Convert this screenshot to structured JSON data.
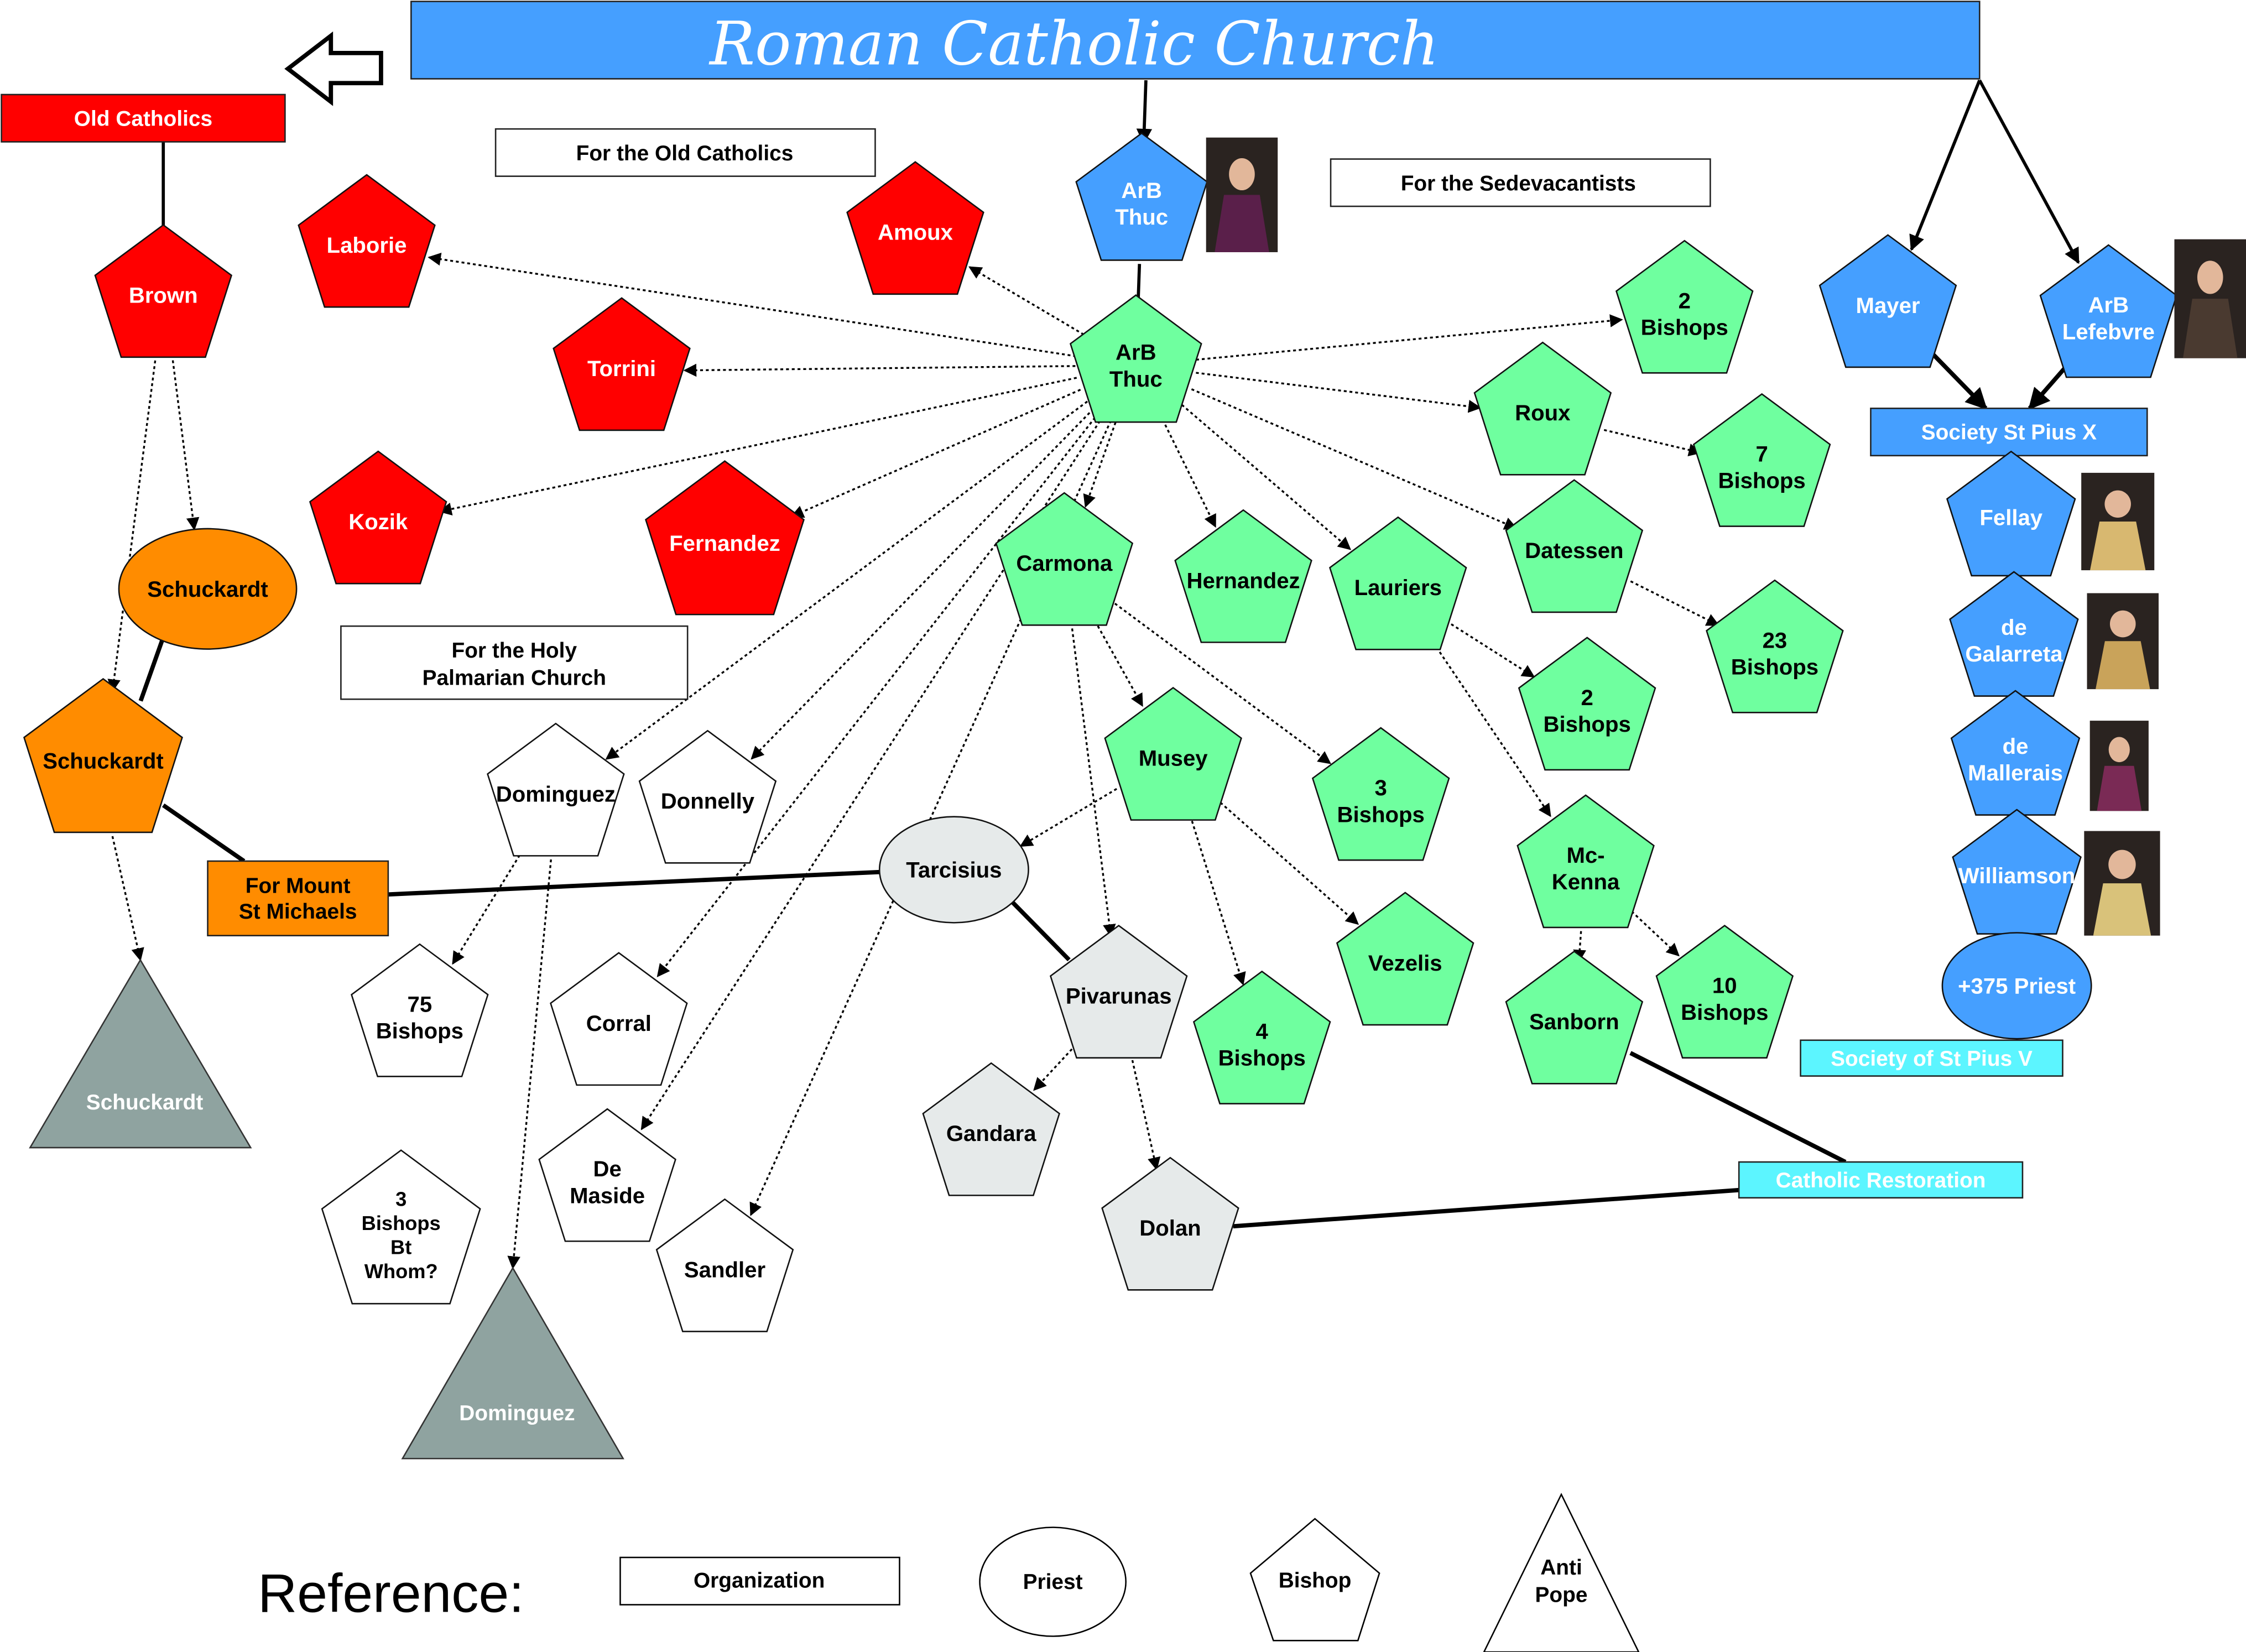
{
  "title": "Roman Catholic Church",
  "colors": {
    "title_bar": "#459FFF",
    "old_catholic": "#FF0000",
    "schuckardt": "#FF8C00",
    "thuc_line": "#6FFF9F",
    "sspx": "#459FFF",
    "cmri": "#E6EAEA",
    "palmarian": "#FFFFFF",
    "antipope": "#8FA3A0",
    "society_pius_v": "#5CF5FF"
  },
  "labels": {
    "for_old_catholics": "For the Old Catholics",
    "for_sedevacantists": "For the Sedevacantists",
    "for_palmarian": [
      "For the Holy",
      "Palmarian Church"
    ]
  },
  "organizations": [
    {
      "id": "old-catholics",
      "label": [
        "Old Catholics"
      ],
      "color": "old_catholic"
    },
    {
      "id": "mount-st-michaels",
      "label": [
        "For Mount",
        "St Michaels"
      ],
      "color": "schuckardt"
    },
    {
      "id": "society-st-pius-x",
      "label": [
        "Society St Pius X"
      ],
      "color": "sspx"
    },
    {
      "id": "society-of-st-pius-v",
      "label": [
        "Society of St Pius V"
      ],
      "color": "society_pius_v"
    },
    {
      "id": "catholic-restoration",
      "label": [
        "Catholic Restoration"
      ],
      "color": "society_pius_v"
    }
  ],
  "bishops": [
    {
      "id": "thuc-top",
      "label": [
        "ArB",
        "Thuc"
      ],
      "color": "sspx",
      "photo": true
    },
    {
      "id": "thuc",
      "label": [
        "ArB",
        "Thuc"
      ],
      "color": "thuc_line"
    },
    {
      "id": "mayer",
      "label": [
        "Mayer"
      ],
      "color": "sspx"
    },
    {
      "id": "lefebvre",
      "label": [
        "ArB",
        "Lefebvre"
      ],
      "color": "sspx",
      "photo": true
    },
    {
      "id": "fellay",
      "label": [
        "Fellay"
      ],
      "color": "sspx",
      "photo": true
    },
    {
      "id": "galarreta",
      "label": [
        "de",
        "Galarreta"
      ],
      "color": "sspx",
      "photo": true
    },
    {
      "id": "mallerais",
      "label": [
        "de",
        "Mallerais"
      ],
      "color": "sspx",
      "photo": true
    },
    {
      "id": "williamson",
      "label": [
        "Williamson"
      ],
      "color": "sspx",
      "photo": true
    },
    {
      "id": "laborie",
      "label": [
        "Laborie"
      ],
      "color": "old_catholic"
    },
    {
      "id": "amoux",
      "label": [
        "Amoux"
      ],
      "color": "old_catholic"
    },
    {
      "id": "brown",
      "label": [
        "Brown"
      ],
      "color": "old_catholic"
    },
    {
      "id": "torrini",
      "label": [
        "Torrini"
      ],
      "color": "old_catholic"
    },
    {
      "id": "kozik",
      "label": [
        "Kozik"
      ],
      "color": "old_catholic"
    },
    {
      "id": "fernandez",
      "label": [
        "Fernandez"
      ],
      "color": "old_catholic"
    },
    {
      "id": "schuckardt-b",
      "label": [
        "Schuckardt"
      ],
      "color": "schuckardt"
    },
    {
      "id": "two-bishops-a",
      "label": [
        "2",
        "Bishops"
      ],
      "color": "thuc_line"
    },
    {
      "id": "roux",
      "label": [
        "Roux"
      ],
      "color": "thuc_line"
    },
    {
      "id": "seven-bishops",
      "label": [
        "7",
        "Bishops"
      ],
      "color": "thuc_line"
    },
    {
      "id": "carmona",
      "label": [
        "Carmona"
      ],
      "color": "thuc_line"
    },
    {
      "id": "hernandez",
      "label": [
        "Hernandez"
      ],
      "color": "thuc_line"
    },
    {
      "id": "lauriers",
      "label": [
        "Lauriers"
      ],
      "color": "thuc_line"
    },
    {
      "id": "datessen",
      "label": [
        "Datessen"
      ],
      "color": "thuc_line"
    },
    {
      "id": "twentythree-bishops",
      "label": [
        "23",
        "Bishops"
      ],
      "color": "thuc_line"
    },
    {
      "id": "two-bishops-b",
      "label": [
        "2",
        "Bishops"
      ],
      "color": "thuc_line"
    },
    {
      "id": "musey",
      "label": [
        "Musey"
      ],
      "color": "thuc_line"
    },
    {
      "id": "three-bishops",
      "label": [
        "3",
        "Bishops"
      ],
      "color": "thuc_line"
    },
    {
      "id": "mckenna",
      "label": [
        "Mc-",
        "Kenna"
      ],
      "color": "thuc_line"
    },
    {
      "id": "vezelis",
      "label": [
        "Vezelis"
      ],
      "color": "thuc_line"
    },
    {
      "id": "four-bishops",
      "label": [
        "4",
        "Bishops"
      ],
      "color": "thuc_line"
    },
    {
      "id": "sanborn",
      "label": [
        "Sanborn"
      ],
      "color": "thuc_line"
    },
    {
      "id": "ten-bishops",
      "label": [
        "10",
        "Bishops"
      ],
      "color": "thuc_line"
    },
    {
      "id": "pivarunas",
      "label": [
        "Pivarunas"
      ],
      "color": "cmri"
    },
    {
      "id": "gandara",
      "label": [
        "Gandara"
      ],
      "color": "cmri"
    },
    {
      "id": "dolan",
      "label": [
        "Dolan"
      ],
      "color": "cmri"
    },
    {
      "id": "dominguez",
      "label": [
        "Dominguez"
      ],
      "color": "palmarian"
    },
    {
      "id": "donnelly",
      "label": [
        "Donnelly"
      ],
      "color": "palmarian"
    },
    {
      "id": "seventyfive-bishops",
      "label": [
        "75",
        "Bishops"
      ],
      "color": "palmarian"
    },
    {
      "id": "corral",
      "label": [
        "Corral"
      ],
      "color": "palmarian"
    },
    {
      "id": "de-maside",
      "label": [
        "De",
        "Maside"
      ],
      "color": "palmarian"
    },
    {
      "id": "sandler",
      "label": [
        "Sandler"
      ],
      "color": "palmarian"
    },
    {
      "id": "three-bishops-bt-whom",
      "label": [
        "3",
        "Bishops",
        "Bt",
        "Whom?"
      ],
      "color": "palmarian"
    }
  ],
  "priests": [
    {
      "id": "schuckardt-p",
      "label": [
        "Schuckardt"
      ],
      "color": "schuckardt"
    },
    {
      "id": "tarcisius",
      "label": [
        "Tarcisius"
      ],
      "color": "cmri"
    },
    {
      "id": "priests-375",
      "label": [
        "+375 Priest"
      ],
      "color": "sspx"
    }
  ],
  "antipopes": [
    {
      "id": "schuckardt-ap",
      "label": [
        "Schuckardt"
      ],
      "color": "antipope"
    },
    {
      "id": "dominguez-ap",
      "label": [
        "Dominguez"
      ],
      "color": "antipope"
    }
  ],
  "reference": {
    "title": "Reference:",
    "items": [
      {
        "shape": "rect",
        "label": [
          "Organization"
        ]
      },
      {
        "shape": "ellipse",
        "label": [
          "Priest"
        ]
      },
      {
        "shape": "pentagon",
        "label": [
          "Bishop"
        ]
      },
      {
        "shape": "triangle",
        "label": [
          "Anti",
          "Pope"
        ]
      }
    ]
  }
}
